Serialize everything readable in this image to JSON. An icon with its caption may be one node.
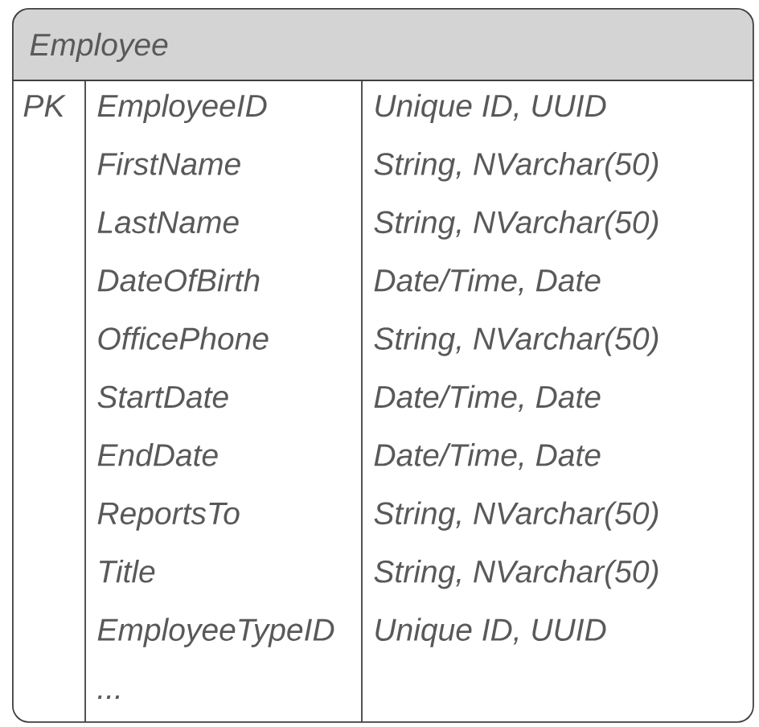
{
  "diagram": {
    "nodes": [
      {
        "text": [
          "Employee"
        ]
      }
    ],
    "labels": [
      "PK",
      "EmployeeID",
      "Unique ID, UUID",
      "FirstName",
      "String, NVarchar(50)",
      "LastName",
      "String, NVarchar(50)",
      "DateOfBirth",
      "Date/Time, Date",
      "OfficePhone",
      "String, NVarchar(50)",
      "StartDate",
      "Date/Time, Date",
      "EndDate",
      "Date/Time, Date",
      "ReportsTo",
      "String, NVarchar(50)",
      "Title",
      "String, NVarchar(50)",
      "EmployeeTypeID",
      "Unique ID, UUID",
      "..."
    ]
  }
}
